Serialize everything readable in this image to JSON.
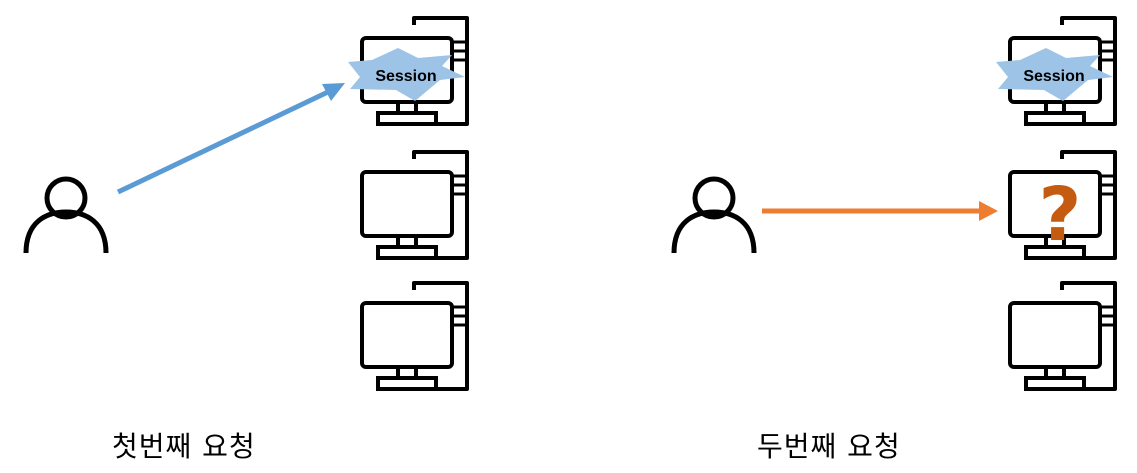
{
  "panels": [
    {
      "caption": "첫번째 요청",
      "session_label": "Session",
      "arrow_color": "#5b9bd5"
    },
    {
      "caption": "두번째 요청",
      "session_label": "Session",
      "question_mark": "?",
      "arrow_color": "#ed7d31",
      "question_color": "#c55a11"
    }
  ],
  "colors": {
    "session_badge": "#9dc3e6",
    "line": "#000000"
  },
  "icons": [
    "user-icon",
    "server-computer-icon",
    "session-badge-icon"
  ]
}
